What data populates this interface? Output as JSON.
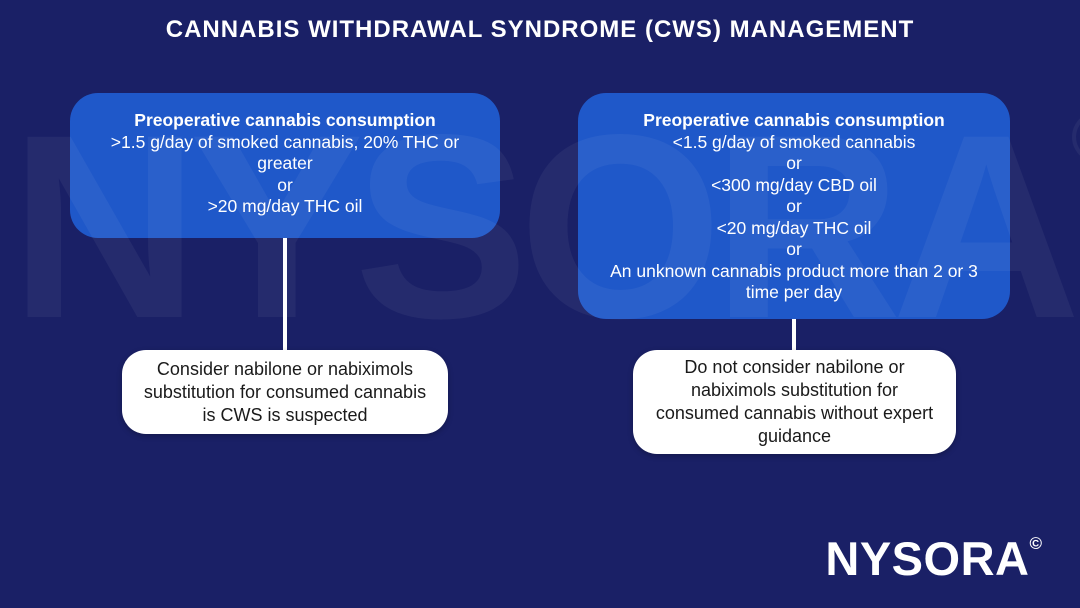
{
  "title": "CANNABIS WITHDRAWAL SYNDROME (CWS) MANAGEMENT",
  "colors": {
    "background": "#1a2066",
    "condition_box": "#1f58c9",
    "action_box": "#ffffff",
    "light_text": "#ffffff",
    "dark_text": "#1a1a1a",
    "connector": "#ffffff"
  },
  "watermark": {
    "text": "NYSORA",
    "copyright": "©"
  },
  "logo": {
    "text": "NYSORA",
    "copyright": "©"
  },
  "flowchart": {
    "left_branch": {
      "condition": {
        "heading": "Preoperative cannabis consumption",
        "lines": [
          ">1.5 g/day of smoked cannabis, 20% THC or",
          "greater",
          "or",
          ">20 mg/day THC oil"
        ]
      },
      "action": {
        "lines": [
          "Consider nabilone or nabiximols",
          "substitution for consumed cannabis",
          "is CWS is suspected"
        ]
      }
    },
    "right_branch": {
      "condition": {
        "heading": "Preoperative cannabis consumption",
        "lines": [
          "<1.5 g/day of smoked cannabis",
          "or",
          "<300 mg/day CBD oil",
          "or",
          "<20 mg/day THC oil",
          "or",
          "An unknown cannabis product more than 2 or 3",
          "time per day"
        ]
      },
      "action": {
        "lines": [
          "Do not consider nabilone or",
          "nabiximols substitution for",
          "consumed cannabis without expert",
          "guidance"
        ]
      }
    }
  }
}
